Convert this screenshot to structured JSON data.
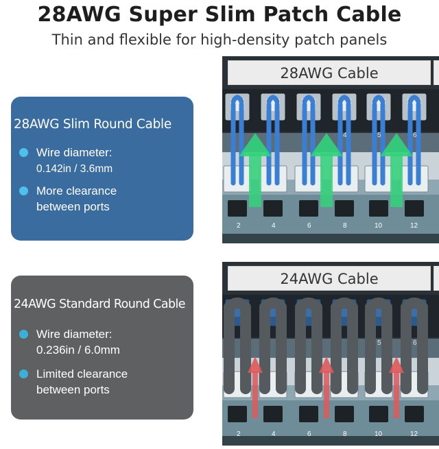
{
  "header": {
    "title": "28AWG Super Slim Patch Cable",
    "subtitle": "Thin and flexible for high-density patch panels"
  },
  "slim_card": {
    "heading": "28AWG Slim Round Cable",
    "bullets": [
      [
        "Wire diameter:",
        "0.142in / 3.6mm"
      ],
      [
        "More clearance",
        "between ports"
      ]
    ]
  },
  "standard_card": {
    "heading": "24AWG Standard Round Cable",
    "bullets": [
      [
        "Wire diameter:",
        "0.236in / 6.0mm"
      ],
      [
        "Limited clearance",
        "between ports"
      ]
    ]
  },
  "panel_top": {
    "label": "28AWG Cable",
    "port_numbers_upper": [
      "4",
      "5",
      "6"
    ],
    "port_numbers_lower": [
      "2",
      "4",
      "6",
      "8",
      "10",
      "12"
    ]
  },
  "panel_bottom": {
    "label": "24AWG Cable",
    "port_numbers_upper": [
      "5",
      "6"
    ],
    "port_numbers_lower": [
      "2",
      "4",
      "6",
      "8",
      "10",
      "12"
    ]
  },
  "colors": {
    "slim_card": "#3a6c9f",
    "standard_card": "#5f6062",
    "bullet": "#4fc2ec",
    "slim_cable": "#3b7fd4",
    "standard_cable": "#555a5e",
    "clearance_arrow": "#32d27a",
    "limited_arrow": "#e0585a"
  }
}
